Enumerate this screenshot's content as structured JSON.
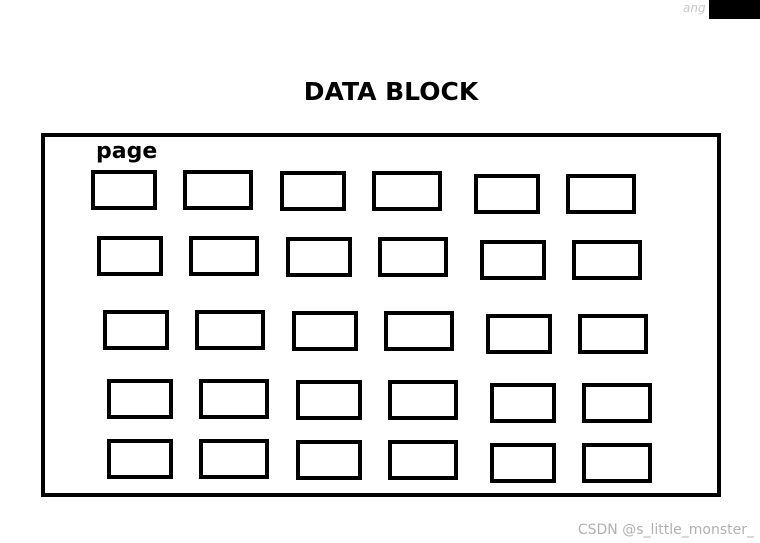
{
  "corner_text": "ang",
  "title": "DATA BLOCK",
  "page_label": "page",
  "grid": {
    "rows": 5,
    "columns": 6
  },
  "watermark": "CSDN @s_little_monster_"
}
